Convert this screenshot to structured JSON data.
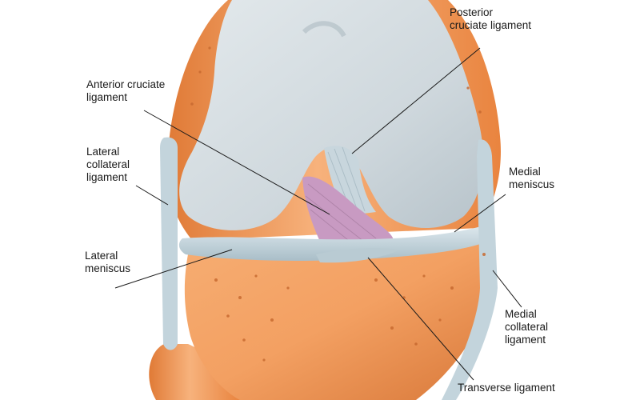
{
  "labels": {
    "posterior_cruciate_ligament": "Posterior\ncruciate ligament",
    "anterior_cruciate_ligament": "Anterior cruciate\nligament",
    "lateral_collateral_ligament": "Lateral\ncollateral\nligament",
    "medial_meniscus": "Medial\nmeniscus",
    "lateral_meniscus": "Lateral\nmeniscus",
    "medial_collateral_ligament": "Medial\ncollateral\nligament",
    "transverse_ligament": "Transverse ligament"
  },
  "colors": {
    "bone": "#d5dde2",
    "cartilage_orange": "#f0964e",
    "cartilage_dark": "#c86a30",
    "ligament": "#c3d4dc",
    "acl": "#c89ac2",
    "leader_line": "#1a1a1a"
  }
}
